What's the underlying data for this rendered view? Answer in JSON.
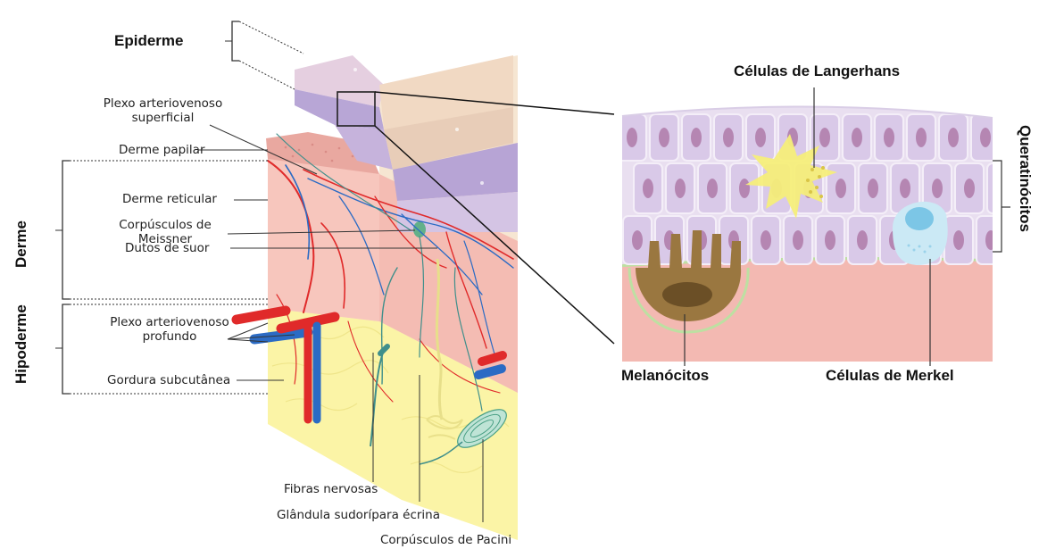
{
  "labels": {
    "epiderme": "Epiderme",
    "plexo_superficial": [
      "Plexo arteriovenoso",
      "superficial"
    ],
    "derme_papilar": "Derme papilar",
    "derme_reticular": "Derme reticular",
    "corpusculos_meissner": [
      "Corpúsculos de",
      "Meissner"
    ],
    "dutos_suor": "Dutos de suor",
    "plexo_profundo": [
      "Plexo arteriovenoso",
      "profundo"
    ],
    "gordura_subcutanea": "Gordura subcutânea",
    "fibras_nervosas": "Fibras nervosas",
    "glandula_sudoripara": "Glândula sudorípara écrina",
    "corpusculos_pacini": "Corpúsculos de Pacini",
    "celulas_langerhans": "Células de Langerhans",
    "queratinocitos": "Queratinócitos",
    "melanocitos": "Melanócitos",
    "celulas_merkel": "Células de Merkel"
  },
  "side_labels": {
    "derme": "Derme",
    "hipoderme": "Hipoderme"
  },
  "colors": {
    "epidermis": "#c9b9dc",
    "dermis": "#f3b8b0",
    "fat": "#fbf4a6",
    "artery": "#e02a2a",
    "vein": "#2b6bc4",
    "nerve": "#3f8f8b",
    "langerhans": "#f6ee7a",
    "melanocyte": "#8e6b33",
    "merkel": "#b8e0f2"
  }
}
